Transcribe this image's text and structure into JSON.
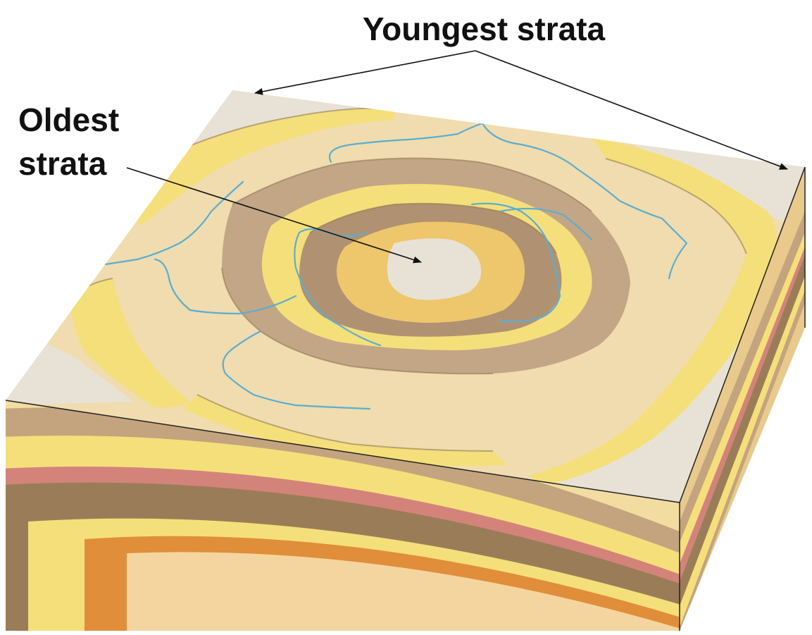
{
  "labels": {
    "youngest": "Youngest strata",
    "oldest_line1": "Oldest",
    "oldest_line2": "strata"
  },
  "colors": {
    "background": "#ffffff",
    "surface": "#f0dcae",
    "pale_strata": "#e8e2d6",
    "yellow_strata": "#f5df7a",
    "brown_strata": "#b49a78",
    "brown_dark": "#8c7150",
    "pink_strata": "#d4837a",
    "orange_strata": "#e08e3a",
    "tan_strata": "#e9c27a",
    "river": "#5aaed2",
    "outline": "#222222"
  }
}
